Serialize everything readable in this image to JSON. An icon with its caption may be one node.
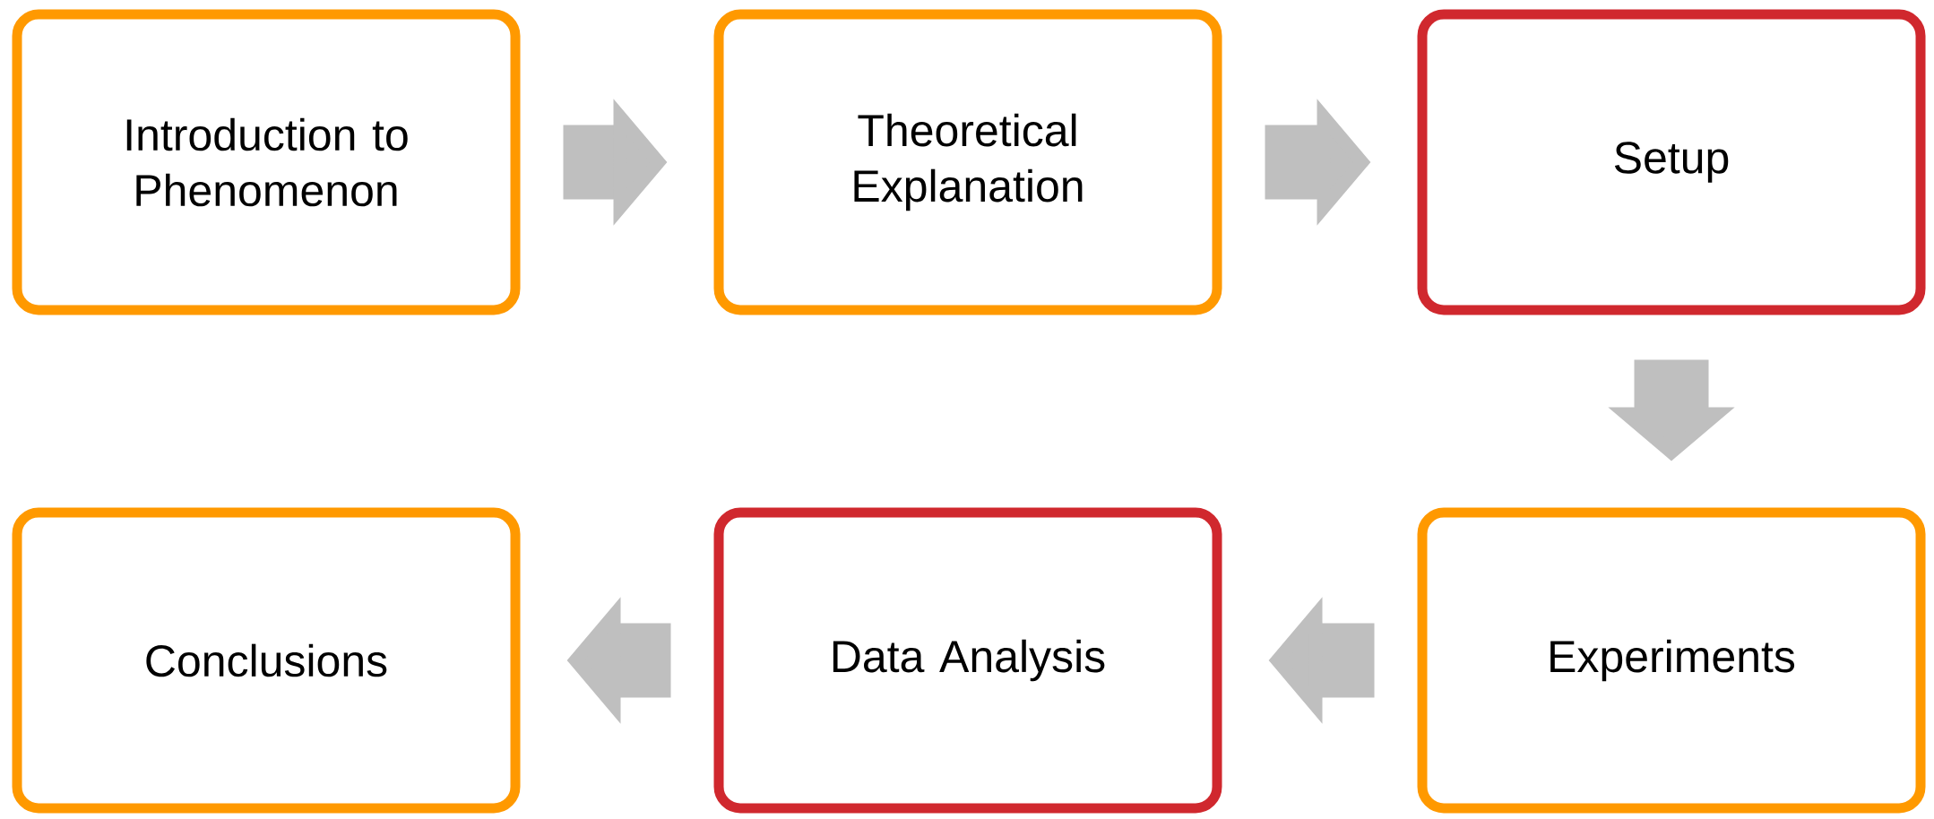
{
  "diagram": {
    "nodes": [
      {
        "text": [
          "Introduction to Phenomenon"
        ]
      },
      {
        "text": [
          "Theoretical Explanation"
        ]
      },
      {
        "text": [
          "Setup"
        ]
      },
      {
        "text": [
          "Conclusions"
        ]
      },
      {
        "text": [
          "Data Analysis"
        ]
      },
      {
        "text": [
          "Experiments"
        ]
      }
    ],
    "edges": [
      {
        "from": 0,
        "to": 1,
        "arrow": "to"
      },
      {
        "from": 1,
        "to": 2,
        "arrow": "to"
      },
      {
        "from": 2,
        "to": 5,
        "arrow": "to"
      },
      {
        "from": 5,
        "to": 4,
        "arrow": "to"
      },
      {
        "from": 4,
        "to": 3,
        "arrow": "to"
      }
    ]
  }
}
